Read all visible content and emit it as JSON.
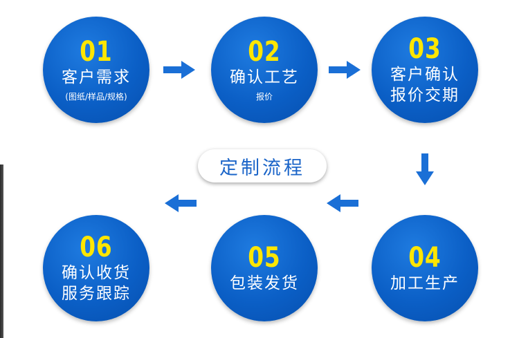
{
  "flow_title": "定制流程",
  "steps": [
    {
      "number": "01",
      "title": "客户需求",
      "subtitle": "(图纸/样品/规格)"
    },
    {
      "number": "02",
      "title": "确认工艺",
      "subtitle": "报价"
    },
    {
      "number": "03",
      "title_line1": "客户确认",
      "title_line2": "报价交期"
    },
    {
      "number": "04",
      "title": "加工生产"
    },
    {
      "number": "05",
      "title": "包装发货"
    },
    {
      "number": "06",
      "title_line1": "确认收货",
      "title_line2": "服务跟踪"
    }
  ],
  "colors": {
    "circle_blue": "#0b5fc6",
    "number_yellow": "#ffe600",
    "arrow_blue": "#1a6fd6",
    "pill_text": "#1a64c8"
  },
  "icons": {
    "right": "arrow-right-icon",
    "down": "arrow-down-icon",
    "left": "arrow-left-icon"
  }
}
